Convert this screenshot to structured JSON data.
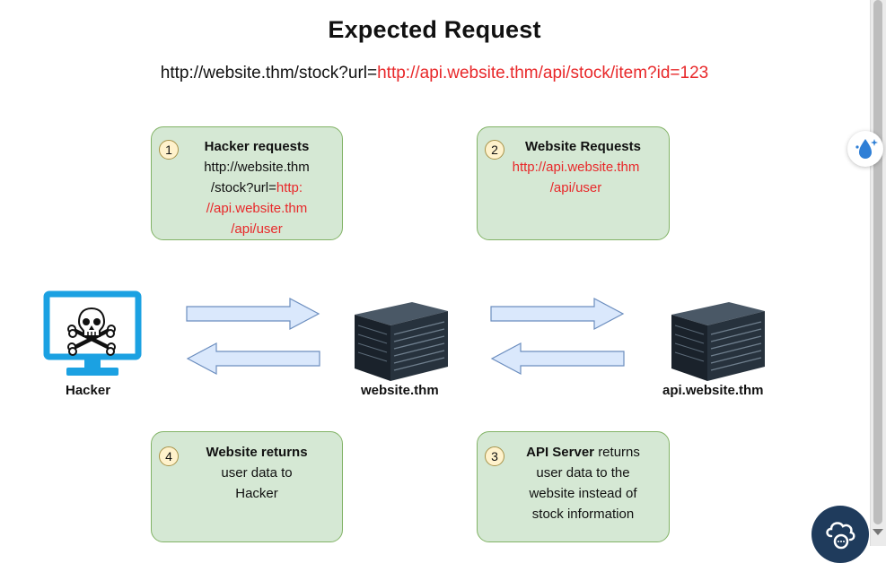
{
  "heading": "Expected Request",
  "request_url": {
    "base": "http://website.thm/stock?url=",
    "param": "http://api.website.thm/api/stock/item?id=123"
  },
  "steps": [
    {
      "num": "1",
      "title": "Hacker requests",
      "lines": [
        "http://website.thm",
        "/stock?url="
      ],
      "red_inline": "http:",
      "red_lines": [
        "//api.website.thm",
        "/api/user"
      ]
    },
    {
      "num": "2",
      "title": "Website Requests",
      "red_lines": [
        "http://api.website.thm",
        "/api/user"
      ]
    },
    {
      "num": "3",
      "title": "API Server",
      "title_rest": "returns",
      "lines": [
        "user data to the",
        "website instead of",
        "stock information"
      ]
    },
    {
      "num": "4",
      "title": "Website returns",
      "lines": [
        "user data to",
        "Hacker"
      ]
    }
  ],
  "nodes": {
    "hacker": "Hacker",
    "website": "website.thm",
    "api": "api.website.thm"
  },
  "icons": {
    "hacker": "hacker-monitor-skull-icon",
    "website": "server-icon",
    "api": "server-icon",
    "extension": "extension-droplet-icon",
    "chat": "cloud-chat-icon"
  },
  "colors": {
    "box_fill": "#d5e8d4",
    "box_border": "#82b366",
    "url_red": "#e8282a",
    "arrow_fill": "#dae8fc",
    "arrow_stroke": "#6c8ebf",
    "monitor": "#1ba1e2"
  }
}
